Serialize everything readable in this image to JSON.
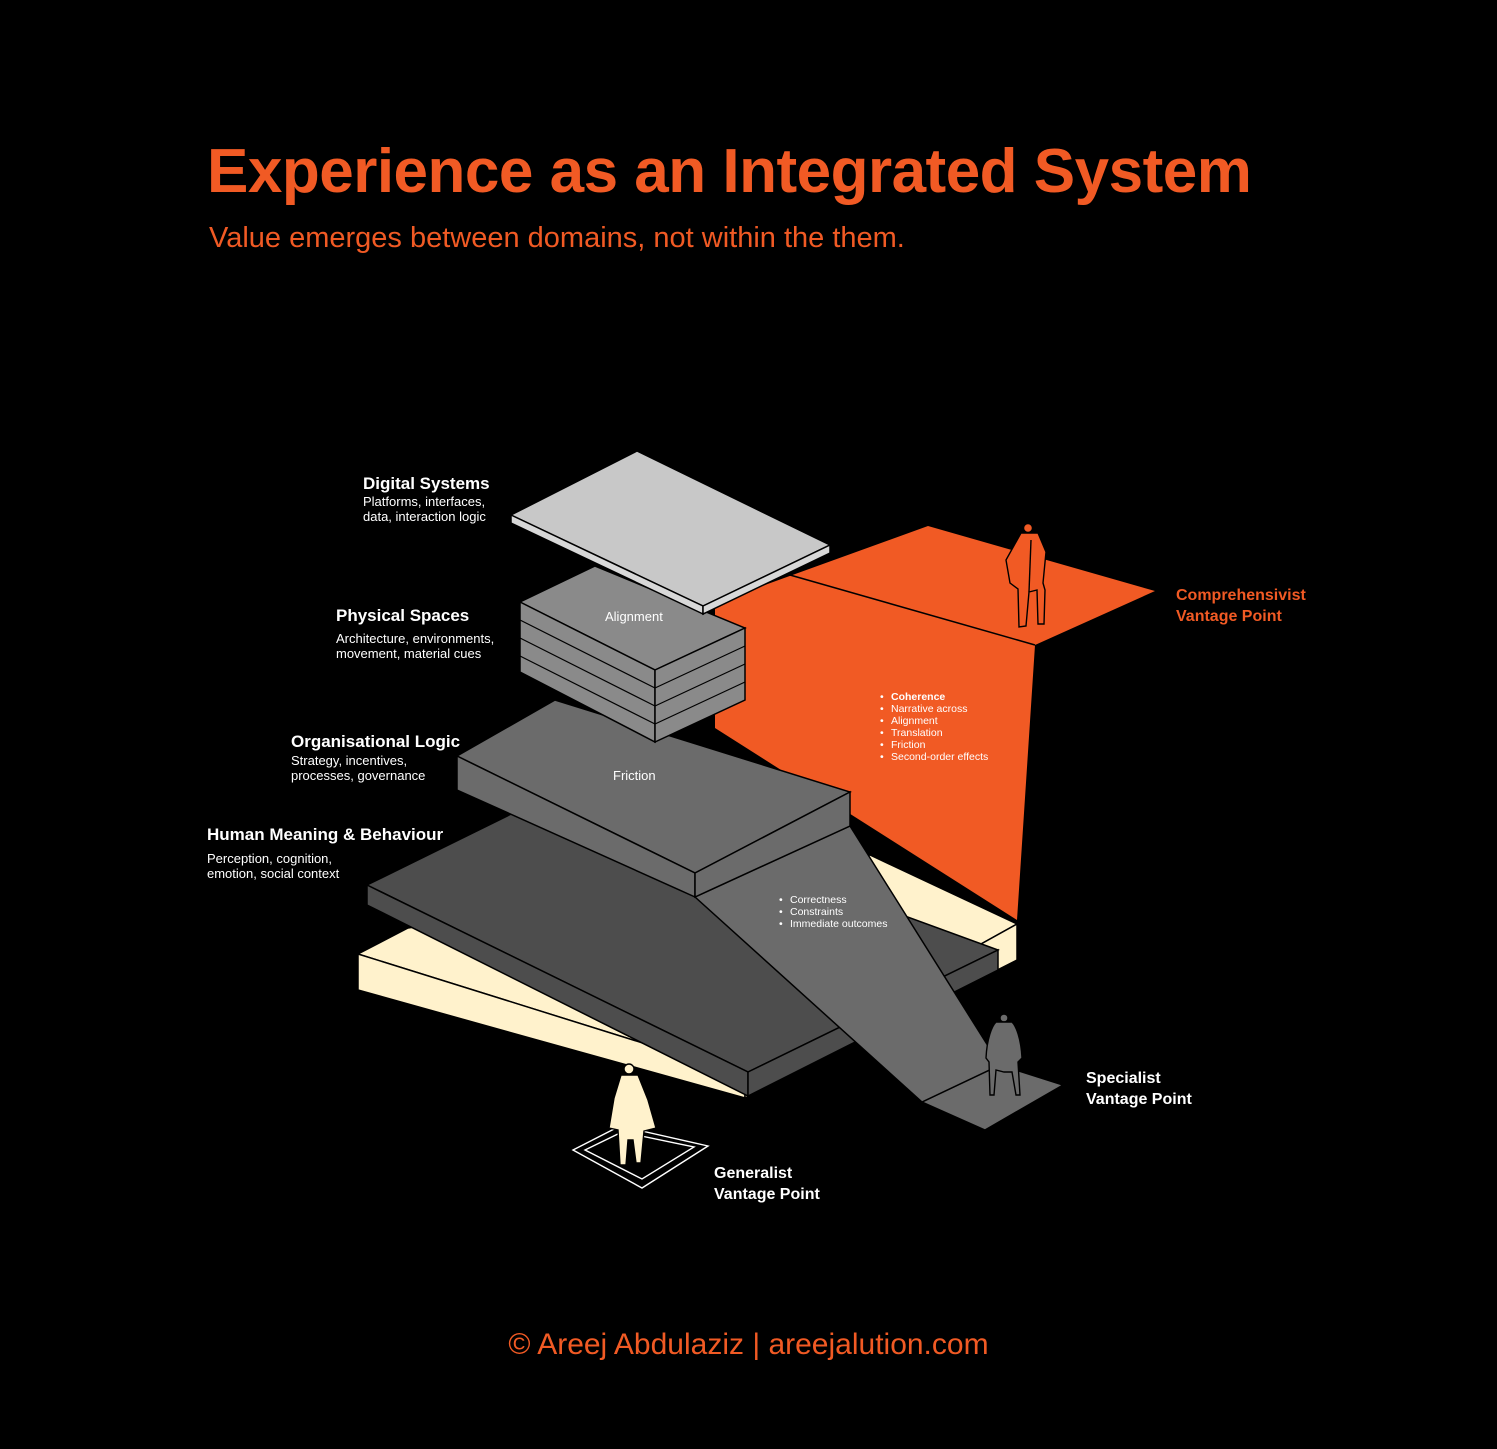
{
  "header": {
    "title": "Experience as an Integrated System",
    "subtitle": "Value emerges between domains, not within the them."
  },
  "layers": [
    {
      "title": "Digital Systems",
      "desc_line1": "Platforms, interfaces,",
      "desc_line2": "data, interaction logic"
    },
    {
      "title": "Physical Spaces",
      "desc_line1": "Architecture, environments,",
      "desc_line2": "movement, material cues"
    },
    {
      "title": "Organisational Logic",
      "desc_line1": "Strategy, incentives,",
      "desc_line2": "processes, governance"
    },
    {
      "title": "Human Meaning & Behaviour",
      "desc_line1": "Perception, cognition,",
      "desc_line2": "emotion, social context"
    }
  ],
  "face_labels": {
    "alignment": "Alignment",
    "friction": "Friction"
  },
  "comprehensivist_bullets": [
    "Coherence",
    "Narrative across",
    "Alignment",
    "Translation",
    "Friction",
    "Second-order effects"
  ],
  "specialist_bullets": [
    "Correctness",
    "Constraints",
    "Immediate outcomes"
  ],
  "vantage_points": {
    "comprehensivist": {
      "line1": "Comprehensivist",
      "line2": "Vantage Point"
    },
    "specialist": {
      "line1": "Specialist",
      "line2": "Vantage Point"
    },
    "generalist": {
      "line1": "Generalist",
      "line2": "Vantage Point"
    }
  },
  "footer": {
    "credit": "© Areej Abdulaziz | areejalution.com"
  },
  "colors": {
    "background": "#000000",
    "accent": "#f15a24",
    "cream": "#fff2cc",
    "digital": "#c8c8c8",
    "physical": "#8a8a8a",
    "organisational": "#6b6b6b",
    "human": "#4d4d4d"
  }
}
